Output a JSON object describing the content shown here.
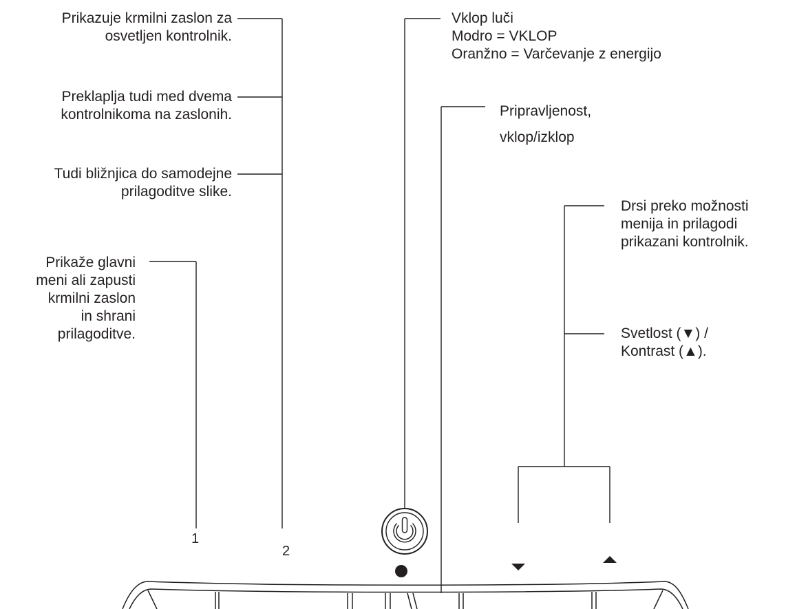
{
  "callouts": {
    "hotkey2_osd": [
      "Prikazuje krmilni zaslon za",
      "osvetljen kontrolnik."
    ],
    "hotkey2_toggle": [
      "Preklaplja tudi med dvema",
      "kontrolnikoma na zaslonih."
    ],
    "hotkey2_auto": [
      "Tudi bližnjica do samodejne",
      "prilagoditve slike."
    ],
    "button1": [
      "Prikaže glavni",
      "meni ali zapusti",
      "krmilni zaslon",
      "in shrani",
      "prilagoditve."
    ],
    "power_light": [
      "Vklop luči",
      "Modro = VKLOP",
      "Oranžno = Varčevanje z energijo"
    ],
    "power_button": [
      "Pripravljenost,",
      "vklop/izklop"
    ],
    "arrows_navigate": [
      "Drsi preko možnosti",
      "menija in prilagodi",
      "prikazani kontrolnik."
    ],
    "arrows_brightness": [
      "Svetlost (▼) /",
      "Kontrast (▲)."
    ]
  },
  "buttons": {
    "button1_label": "1",
    "button2_label": "2",
    "down_symbol": "▼",
    "up_symbol": "▲"
  },
  "colors": {
    "line": "#231f20",
    "text": "#231f20"
  }
}
